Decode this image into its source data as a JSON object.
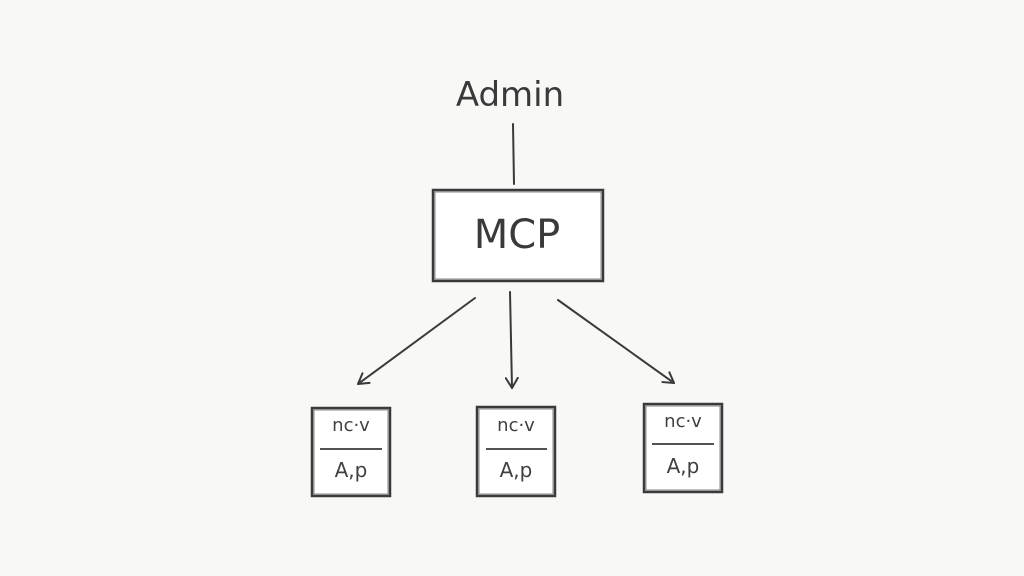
{
  "diagram": {
    "top_label": "Admin",
    "hub_label": "MCP",
    "nodes": [
      {
        "top_text": "nc·v",
        "bottom_text": "A,p"
      },
      {
        "top_text": "nc·v",
        "bottom_text": "A,p"
      },
      {
        "top_text": "nc·v",
        "bottom_text": "A,p"
      }
    ]
  },
  "colors": {
    "ink": "#3a3a3a",
    "paper": "#f8f8f6",
    "node_fill": "#ffffff"
  }
}
